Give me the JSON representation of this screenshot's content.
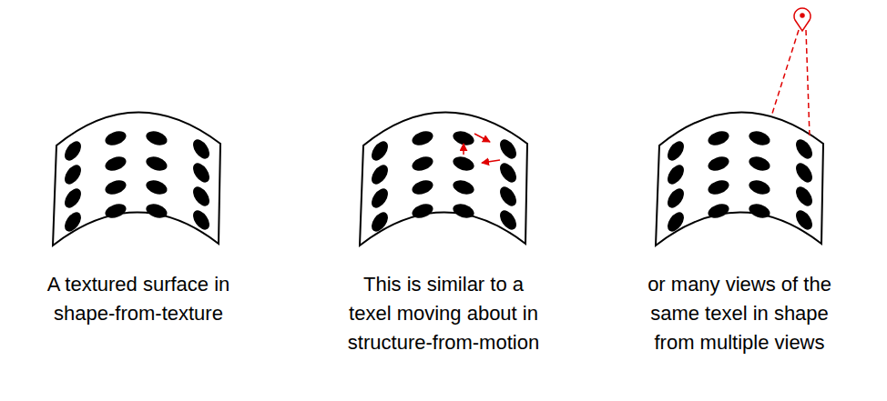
{
  "diagram": {
    "labels": [
      "A textured surface in shape-from-texture",
      "This is similar to a texel moving about in structure-from-motion",
      "or many views of the same texel in shape from multiple views"
    ]
  }
}
